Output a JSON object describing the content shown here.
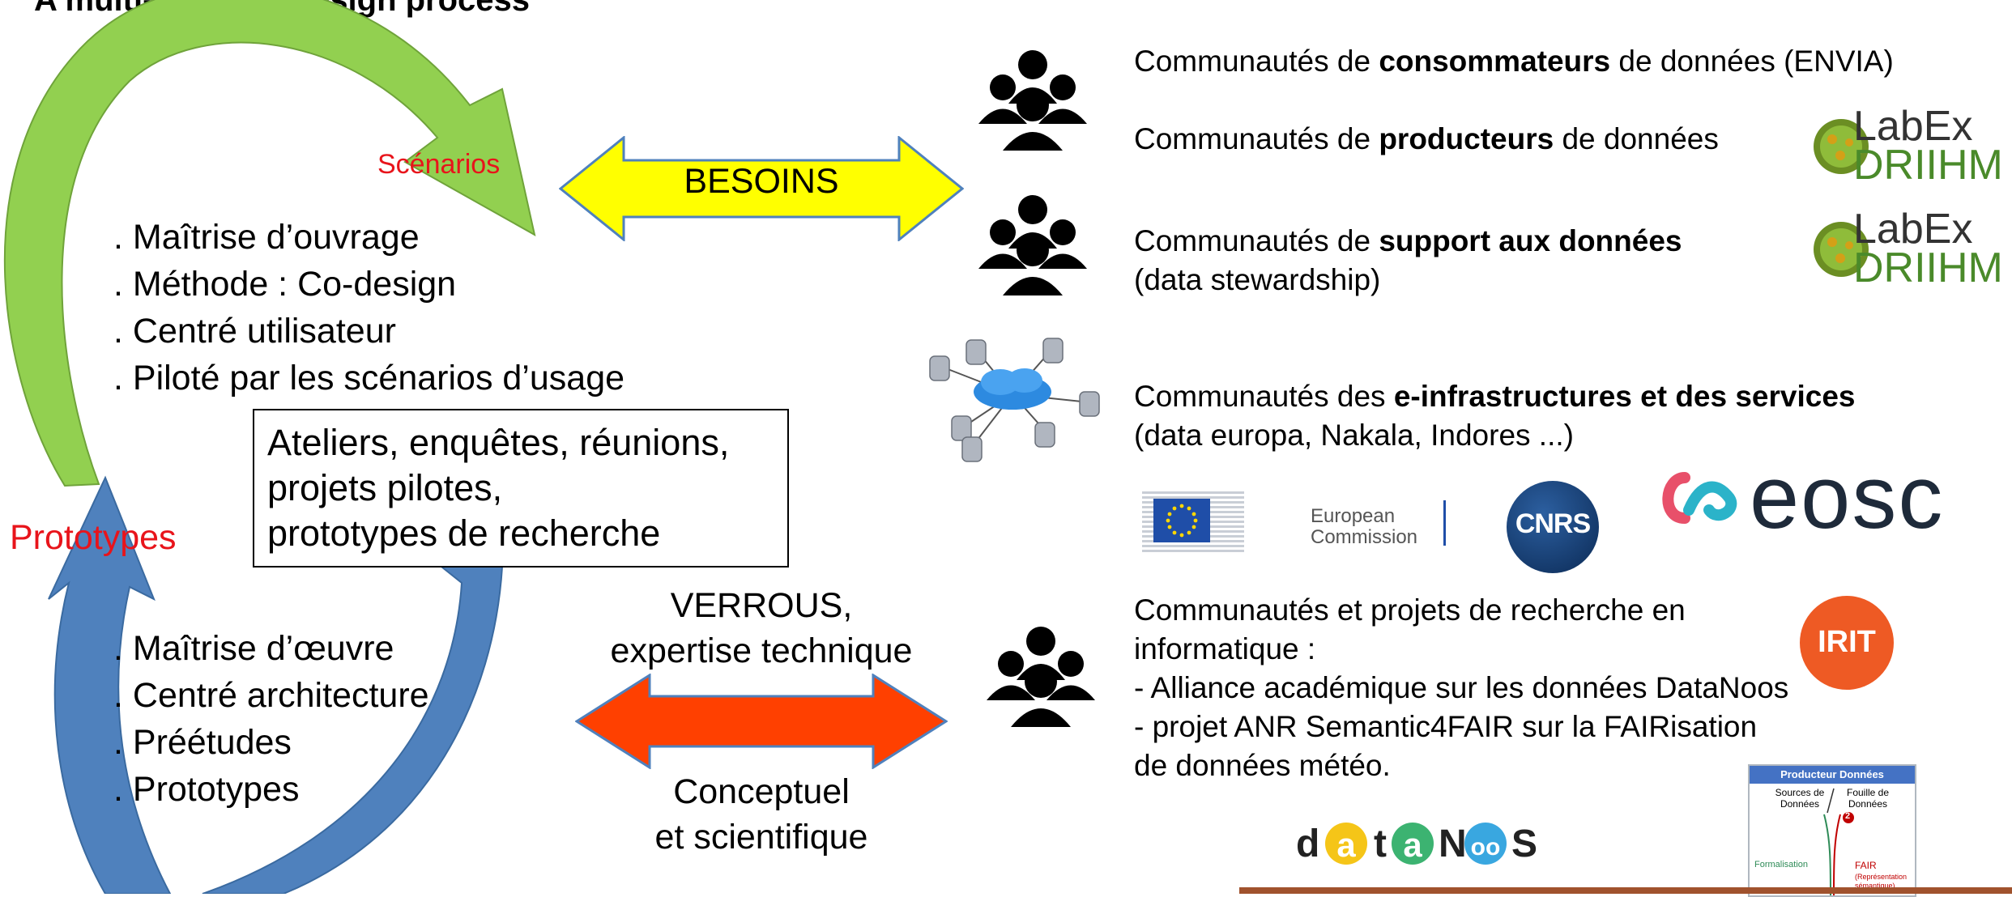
{
  "title": "A multi-scale co-design process",
  "cycle": {
    "top_label": "Scénarios",
    "bottom_label": "Prototypes"
  },
  "moa_list": [
    ". Maîtrise d’ouvrage",
    ". Méthode : Co-design",
    ". Centré utilisateur",
    ". Piloté par les scénarios d’usage"
  ],
  "methods_box": [
    "Ateliers, enquêtes, réunions,",
    "projets pilotes,",
    "prototypes de recherche"
  ],
  "moe_list": [
    ". Maîtrise d’œuvre",
    ". Centré architecture",
    ". Préétudes",
    ". Prototypes"
  ],
  "besoins_label": "BESOINS",
  "verrous_label": [
    "VERROUS,",
    "expertise technique"
  ],
  "conceptuel_label": [
    "Conceptuel",
    "et scientifique"
  ],
  "communities": {
    "consumers": {
      "pre": "Communautés de ",
      "bold": "consommateurs",
      "post": " de données (ENVIA)"
    },
    "producers": {
      "pre": "Communautés de ",
      "bold": "producteurs",
      "post": " de données"
    },
    "support": {
      "pre": "Communautés de ",
      "bold": "support aux données",
      "line2": "(data stewardship)"
    },
    "infra": {
      "pre": "Communautés des ",
      "bold": "e-infrastructures et des services",
      "line2": "(data europa, Nakala, Indores ...)"
    },
    "research": [
      "Communautés et projets de recherche en",
      "informatique :",
      "- Alliance académique sur les données DataNoos",
      "- projet ANR Semantic4FAIR sur la FAIRisation",
      "de données météo."
    ]
  },
  "logos": {
    "labex_top": "LabEx",
    "labex_bottom": "DRIIHM",
    "ec_line1": "European",
    "ec_line2": "Commission",
    "cnrs": "CNRS",
    "eosc": "eosc",
    "irit": "IRIT",
    "datanoos": "datanoos"
  },
  "fair_diagram": {
    "header": "Producteur Données",
    "left_top": "Sources de Données",
    "right_top": "Fouille de Données",
    "left_bottom": "Formalisation",
    "right_bottom": "FAIR",
    "right_bottom_sub": "(Représentation sémantique)",
    "badge": "2"
  },
  "colors": {
    "green_arrow": "#92d050",
    "blue_arrow": "#4f81bd",
    "besoins_arrow": "#ffff00",
    "verrous_arrow": "#ff4000",
    "label_red": "#e8141b"
  }
}
